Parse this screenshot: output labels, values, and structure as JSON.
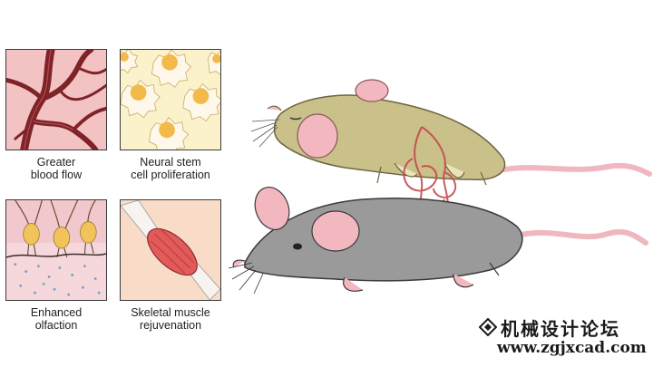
{
  "panels": [
    {
      "caption_line1": "Greater",
      "caption_line2": "blood flow"
    },
    {
      "caption_line1": "Neural stem",
      "caption_line2": "cell proliferation"
    },
    {
      "caption_line1": "Enhanced",
      "caption_line2": "olfaction"
    },
    {
      "caption_line1": "Skeletal muscle",
      "caption_line2": "rejuvenation"
    }
  ],
  "watermark": {
    "line1": "机械设计论坛",
    "line2": "www.zgjxcad.com"
  },
  "colors": {
    "tissue_pink": "#f0b4b8",
    "vessel": "#8b2a2e",
    "stem_cell": "#f4c96a",
    "young_mouse": "#c9c08a",
    "old_mouse": "#9a9a9a",
    "ear": "#f2b7bf"
  }
}
